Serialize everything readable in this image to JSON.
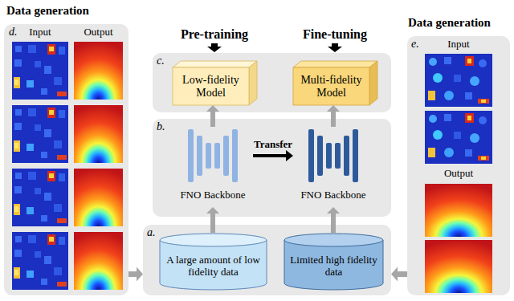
{
  "diagram": {
    "nodes": [
      {
        "text": [
          "Data generation",
          "d.",
          "Input",
          "Output"
        ]
      },
      {
        "text": [
          "Data generation",
          "e.",
          "Input",
          "Output"
        ]
      },
      {
        "text": [
          "c."
        ]
      },
      {
        "text": [
          "Low-fidelity Model"
        ],
        "in": 2
      },
      {
        "text": [
          "Multi-fidelity Model"
        ],
        "in": 2
      },
      {
        "text": [
          "b."
        ]
      },
      {
        "text": [
          "FNO Backbone"
        ],
        "in": 5
      },
      {
        "text": [
          "FNO Backbone"
        ],
        "in": 5
      },
      {
        "text": [
          "a."
        ]
      },
      {
        "text": [
          "A large amount of low fidelity data"
        ],
        "in": 8
      },
      {
        "text": [
          "Limited high fidelity data"
        ],
        "in": 8
      }
    ],
    "edges": [
      {
        "from": 6,
        "to": 3,
        "arrow": "to"
      },
      {
        "from": 7,
        "to": 4,
        "arrow": "to"
      },
      {
        "from": 9,
        "to": 6,
        "arrow": "to"
      },
      {
        "from": 10,
        "to": 7,
        "arrow": "to"
      },
      {
        "from": 6,
        "to": 7,
        "label": "Transfer",
        "arrow": "to"
      },
      {
        "from": 0,
        "to": 8,
        "arrow": "to"
      },
      {
        "from": 1,
        "to": 8,
        "arrow": "to"
      }
    ],
    "labels": [
      "Pre-training",
      "Fine-tuning"
    ]
  }
}
